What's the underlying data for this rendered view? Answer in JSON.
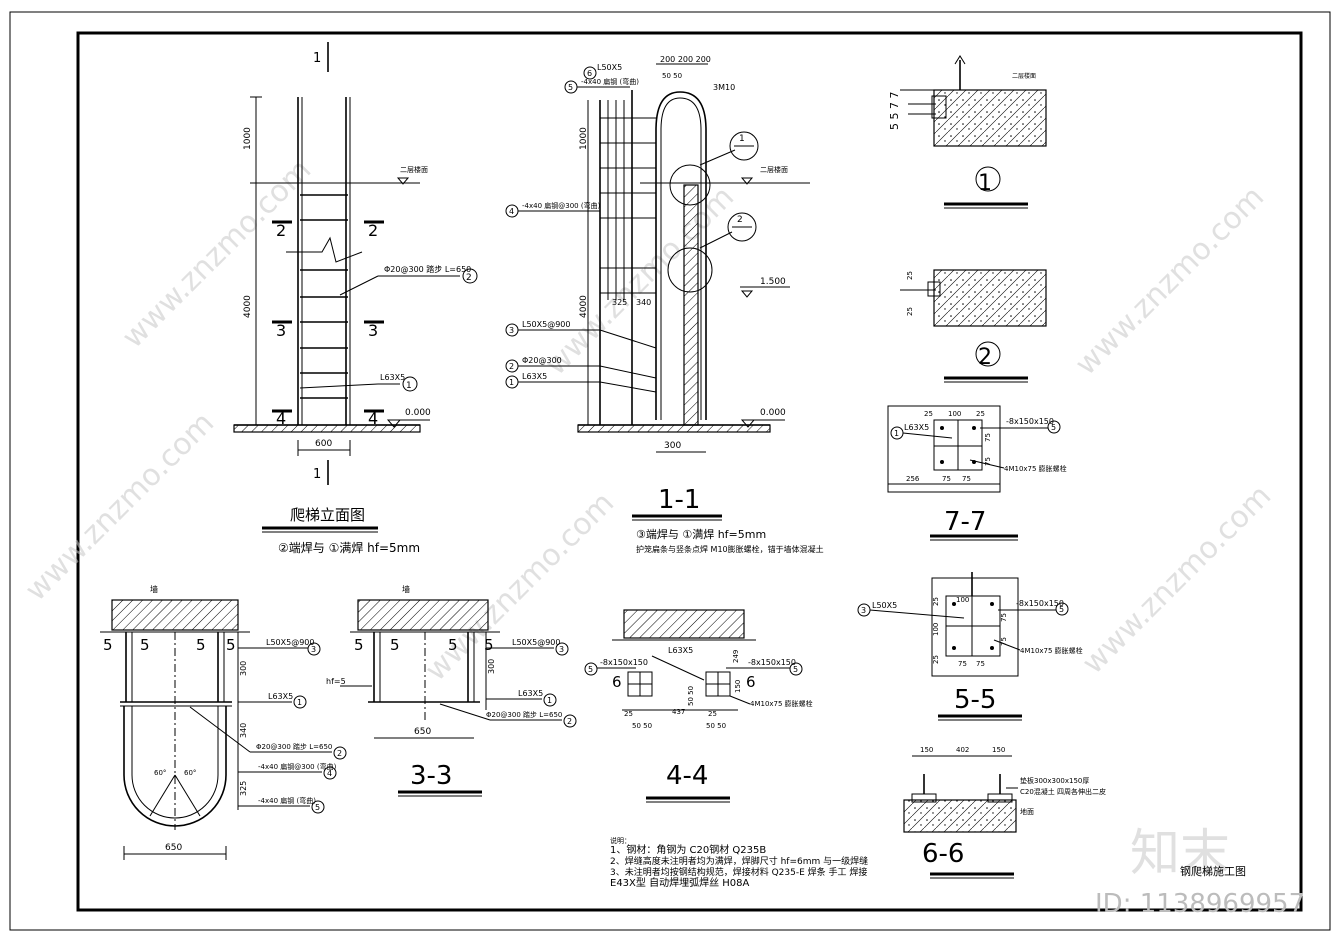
{
  "watermark": {
    "site": "www.znzmo.com",
    "brand": "知末",
    "id_label": "ID: 1138969957"
  },
  "sheet_title": "钢爬梯施工图",
  "elevation": {
    "section_mark": "1",
    "dim_1000": "1000",
    "dim_4000": "4000",
    "dim_600": "600",
    "floor_label": "二层楼面",
    "level_0": "0.000",
    "cut_2": "2",
    "cut_3": "3",
    "cut_4": "4",
    "rung_label": "Φ20@300 踏步 L=650",
    "rung_num": "2",
    "angle_label": "L63X5",
    "angle_num": "1",
    "title": "爬梯立面图",
    "note": "②端焊与 ①满焊 hf=5mm"
  },
  "section_1_1": {
    "top_dims": "200 200 200",
    "dim_50": "50 50",
    "bolt": "3M10",
    "l50": "L50X5",
    "n6": "6",
    "n5": "5",
    "flat_top": "-4x40 扁钢 (弯曲)",
    "n4": "4",
    "flat_label": "-4x40 扁钢@300 (弯曲)",
    "dim_1000": "1000",
    "dim_4000": "4000",
    "floor_label": "二层楼面",
    "level_15": "1.500",
    "level_0": "0.000",
    "dim_325": "325",
    "dim_340": "340",
    "n3": "3",
    "l50_900": "L50X5@900",
    "n2": "2",
    "phi": "Φ20@300",
    "n1": "1",
    "l63": "L63X5",
    "dim_300": "300",
    "detail_1": "1",
    "detail_2": "2",
    "title": "1-1",
    "note_1": "③端焊与 ①满焊 hf=5mm",
    "note_2": "护笼扁条与竖条点焊  M10膨胀螺栓，锚于墙体混凝土"
  },
  "plan_5": {
    "wall": "墙",
    "cut": "5",
    "l50_900": "L50X5@900",
    "n3": "3",
    "dim_300": "300",
    "l63": "L63X5",
    "n1": "1",
    "dim_340": "340",
    "phi": "Φ20@300 踏步 L=650",
    "n2": "2",
    "flat": "-4x40 扁钢@300 (弯曲)",
    "n4": "4",
    "dim_325": "325",
    "flat2": "-4x40 扁钢 (弯曲)",
    "n5": "5",
    "angle_60": "60°",
    "dim_650": "650"
  },
  "section_3_3": {
    "wall": "墙",
    "cut": "5",
    "hf": "hf=5",
    "l50_900": "L50X5@900",
    "n3": "3",
    "dim_300": "300",
    "l63": "L63X5",
    "n1": "1",
    "phi": "Φ20@300 踏步 L=650",
    "n2": "2",
    "dim_650": "650",
    "title": "3-3"
  },
  "section_4_4": {
    "l63": "L63X5",
    "plate": "-8x150x150",
    "n5": "5",
    "cut": "6",
    "dim_249": "249",
    "dims_50": "50 50",
    "dim_150": "150",
    "dim_437": "437",
    "dim_25": "25",
    "bolts": "4M10x75 膨胀螺栓",
    "title": "4-4"
  },
  "notes": {
    "heading": "说明：",
    "line1": "1、钢材：角钢为  C20钢材  Q235B",
    "line2": "2、焊缝高度未注明者均为满焊，焊脚尺寸  hf=6mm  与一级焊缝",
    "line3": "3、未注明者均按钢结构规范，焊接材料  Q235-E 焊条 手工  焊接",
    "line4": "E43X型 自动焊埋弧焊丝  H08A"
  },
  "detail_1": {
    "label": "1",
    "floor": "二层楼面",
    "dims": "5 5 7 7"
  },
  "detail_2": {
    "label": "2",
    "dim_25": "25"
  },
  "section_7_7": {
    "l63": "L63X5",
    "n1": "1",
    "plate": "-8x150x150",
    "n5": "5",
    "dim_25": "25",
    "dim_100": "100",
    "dim_75": "75",
    "dim_256": "256",
    "bolts": "4M10x75 膨胀螺栓",
    "title": "7-7"
  },
  "section_5_5": {
    "l50": "L50X5",
    "n3": "3",
    "plate": "-8x150x150",
    "n5": "5",
    "dim_25": "25",
    "dim_100": "100",
    "dim_75": "75",
    "bolts": "4M10x75 膨胀螺栓",
    "title": "5-5"
  },
  "section_6_6": {
    "dim_150": "150",
    "dim_402": "402",
    "pad": "垫板300x300x150厚",
    "concrete": "C20混凝土  四周各伸出二皮",
    "floor": "地面",
    "title": "6-6"
  }
}
